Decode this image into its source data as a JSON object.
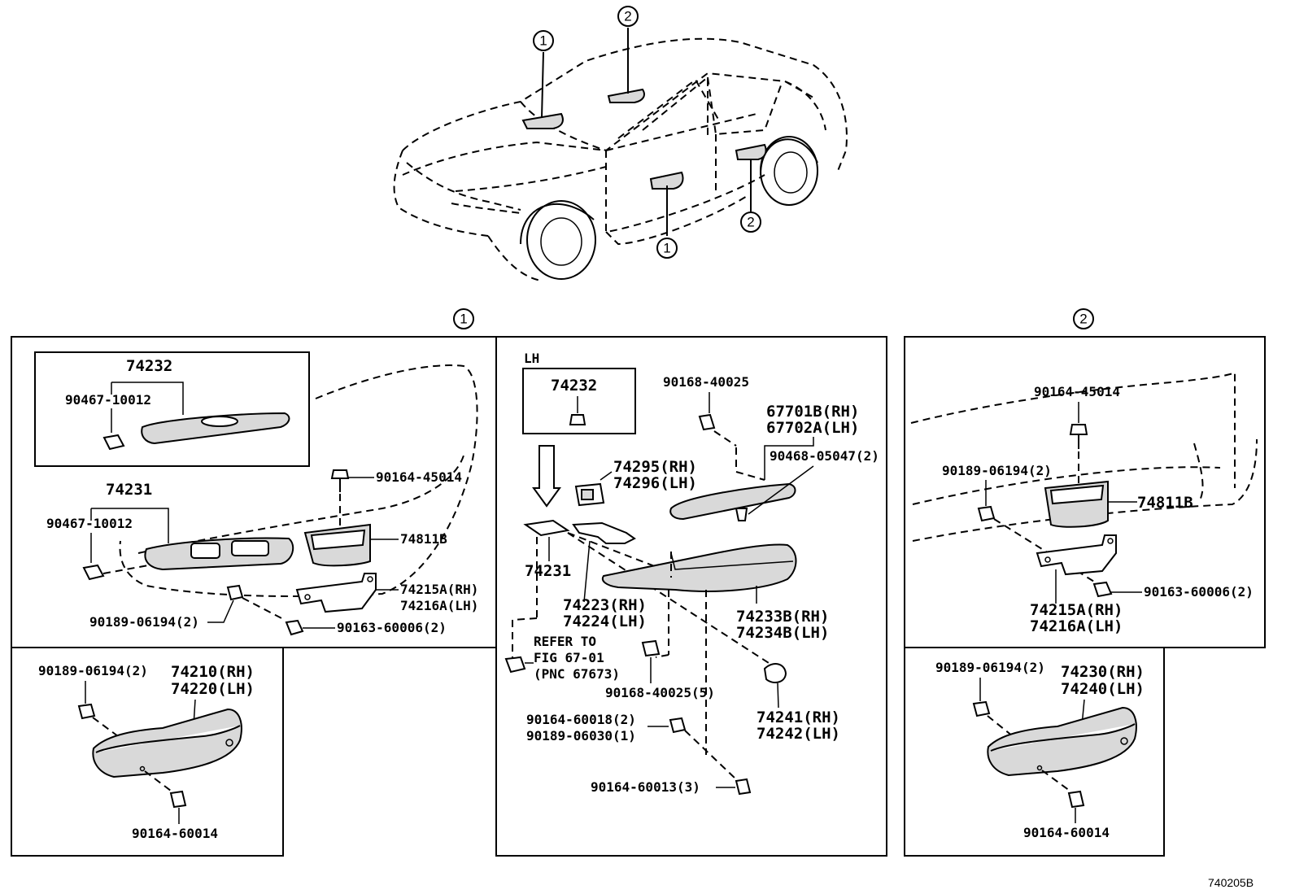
{
  "callouts": {
    "one": "1",
    "two": "2"
  },
  "figure_code": "740205B",
  "panel_1a": {
    "inset_label": "74232",
    "inset_clip": "90467-10012",
    "panel_label": "74231",
    "clip": "90467-10012",
    "bolt_top": "90164-45014",
    "handle_cover": "74811B",
    "bracket_rh": "74215A(RH)",
    "bracket_lh": "74216A(LH)",
    "nut": "90189-06194(2)",
    "bolt_bottom": "90163-60006(2)"
  },
  "panel_1b": {
    "nut": "90189-06194(2)",
    "armrest_rh": "74210(RH)",
    "armrest_lh": "74220(LH)",
    "screw": "90164-60014"
  },
  "panel_lh": {
    "side": "LH",
    "inset_label": "74232",
    "bolt_top": "90168-40025",
    "trim_rh": "67701B(RH)",
    "trim_lh": "67702A(LH)",
    "clip": "90468-05047(2)",
    "switch_rh": "74295(RH)",
    "switch_lh": "74296(LH)",
    "base": "74231",
    "bracket_rh": "74223(RH)",
    "bracket_lh": "74224(LH)",
    "armrest_rh": "74233B(RH)",
    "armrest_lh": "74234B(LH)",
    "refer_1": "REFER TO",
    "refer_2": "FIG 67-01",
    "refer_3": "(PNC 67673)",
    "bolt_bottom": "90168-40025(5)",
    "cap_rh": "74241(RH)",
    "cap_lh": "74242(LH)",
    "screw_a": "90164-60018(2)",
    "nut_b": "90189-06030(1)",
    "screw_c": "90164-60013(3)"
  },
  "panel_2a": {
    "bolt_top": "90164-45014",
    "nut": "90189-06194(2)",
    "handle_cover": "74811B",
    "bolt": "90163-60006(2)",
    "bracket_rh": "74215A(RH)",
    "bracket_lh": "74216A(LH)"
  },
  "panel_2b": {
    "nut": "90189-06194(2)",
    "armrest_rh": "74230(RH)",
    "armrest_lh": "74240(LH)",
    "screw": "90164-60014"
  }
}
